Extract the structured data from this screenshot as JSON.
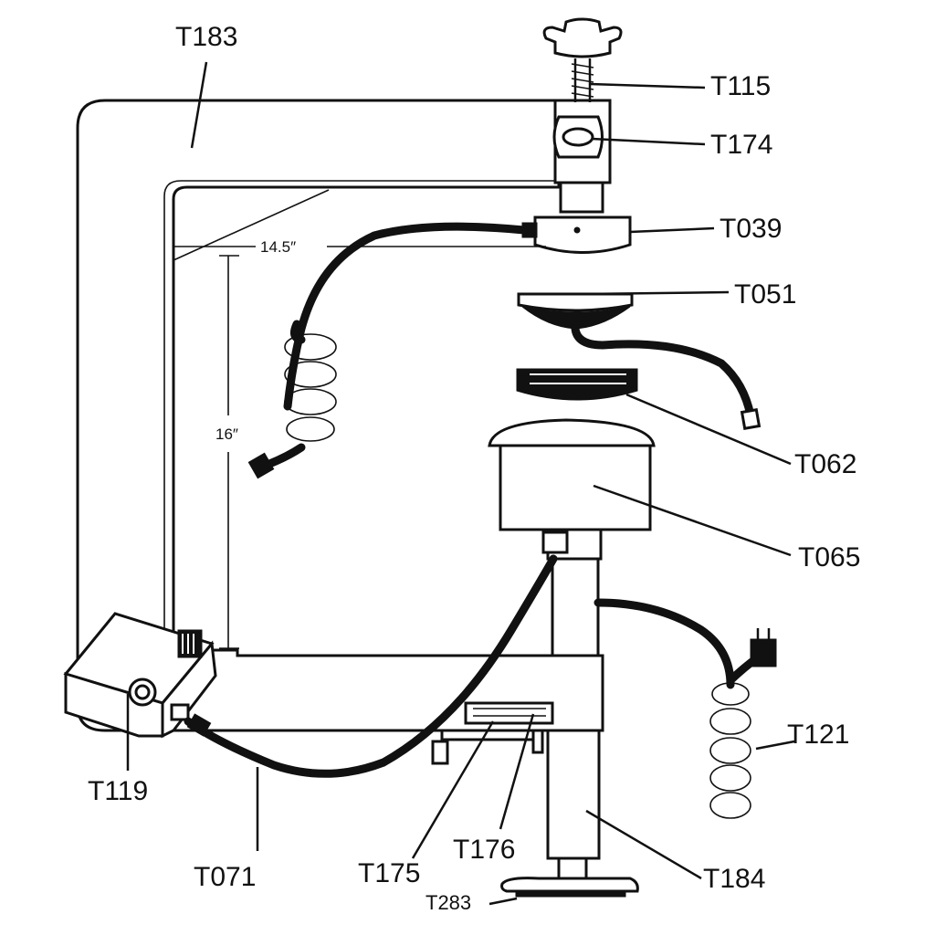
{
  "parts": {
    "frame": "T183",
    "adjust_screw": "T115",
    "spring_bracket": "T174",
    "heat_platen": "T039",
    "lower_platen_top": "T051",
    "pad": "T062",
    "cylinder": "T065",
    "power_cord": "T121",
    "control_box": "T119",
    "hose": "T071",
    "valve": "T175",
    "valve_lever": "T176",
    "stand_post": "T184",
    "base_foot": "T283"
  },
  "dimensions": {
    "width": "14.5″",
    "height": "16″"
  }
}
